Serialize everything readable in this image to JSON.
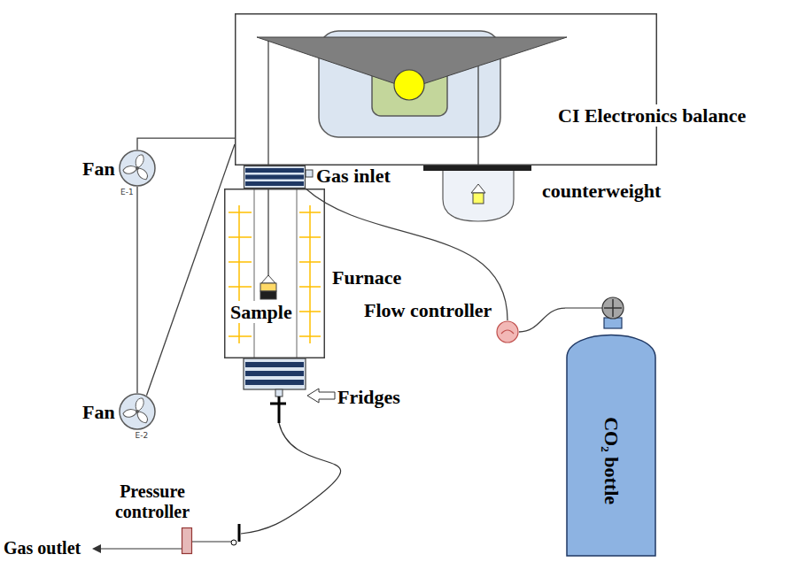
{
  "diagram": {
    "nodes": [
      {
        "text": [
          "CI Electronics balance"
        ]
      },
      {
        "text": [
          "Fan",
          "E-1"
        ]
      },
      {
        "text": [
          "Gas inlet"
        ]
      },
      {
        "text": [
          "Furnace"
        ]
      },
      {
        "text": [
          "Flow controller"
        ]
      },
      {
        "text": [
          "CO₂ bottle"
        ]
      },
      {
        "text": [
          "Fan",
          "E-2"
        ]
      },
      {
        "text": [
          "Pressure controller"
        ]
      }
    ],
    "edges": [
      {
        "from": 1,
        "to": 0,
        "arrow": "none"
      },
      {
        "from": 1,
        "to": 6,
        "arrow": "none"
      },
      {
        "from": 6,
        "to": 0,
        "arrow": "none"
      },
      {
        "from": 5,
        "to": 4,
        "arrow": "none"
      },
      {
        "from": 4,
        "to": 2,
        "arrow": "none"
      }
    ],
    "labels": [
      "counterweight",
      "Sample",
      "Fridges",
      "Gas outlet"
    ]
  }
}
